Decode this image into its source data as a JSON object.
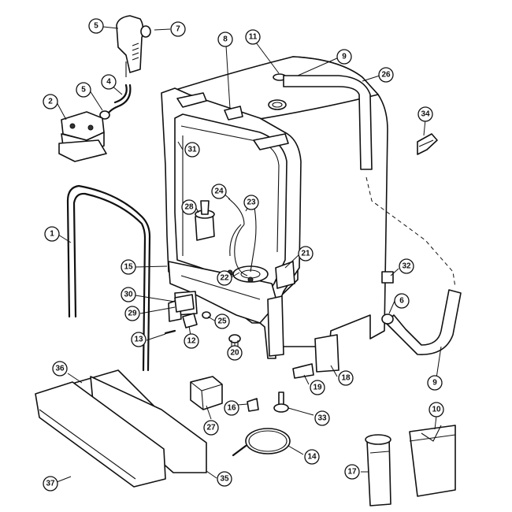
{
  "diagram": {
    "callouts": [
      {
        "id": "callout-5a",
        "label": "5"
      },
      {
        "id": "callout-7",
        "label": "7"
      },
      {
        "id": "callout-8",
        "label": "8"
      },
      {
        "id": "callout-11",
        "label": "11"
      },
      {
        "id": "callout-9a",
        "label": "9"
      },
      {
        "id": "callout-26",
        "label": "26"
      },
      {
        "id": "callout-2",
        "label": "2"
      },
      {
        "id": "callout-5b",
        "label": "5"
      },
      {
        "id": "callout-4",
        "label": "4"
      },
      {
        "id": "callout-34",
        "label": "34"
      },
      {
        "id": "callout-31",
        "label": "31"
      },
      {
        "id": "callout-24",
        "label": "24"
      },
      {
        "id": "callout-23a",
        "label": "23"
      },
      {
        "id": "callout-28",
        "label": "28"
      },
      {
        "id": "callout-1",
        "label": "1"
      },
      {
        "id": "callout-15",
        "label": "15"
      },
      {
        "id": "callout-21",
        "label": "21"
      },
      {
        "id": "callout-32",
        "label": "32"
      },
      {
        "id": "callout-22",
        "label": "22"
      },
      {
        "id": "callout-30",
        "label": "30"
      },
      {
        "id": "callout-29",
        "label": "29"
      },
      {
        "id": "callout-6",
        "label": "6"
      },
      {
        "id": "callout-25",
        "label": "25"
      },
      {
        "id": "callout-13",
        "label": "13"
      },
      {
        "id": "callout-12",
        "label": "12"
      },
      {
        "id": "callout-20",
        "label": "20"
      },
      {
        "id": "callout-9b",
        "label": "9"
      },
      {
        "id": "callout-36",
        "label": "36"
      },
      {
        "id": "callout-18",
        "label": "18"
      },
      {
        "id": "callout-19",
        "label": "19"
      },
      {
        "id": "callout-10",
        "label": "10"
      },
      {
        "id": "callout-16",
        "label": "16"
      },
      {
        "id": "callout-33",
        "label": "33"
      },
      {
        "id": "callout-27",
        "label": "27"
      },
      {
        "id": "callout-14",
        "label": "14"
      },
      {
        "id": "callout-17",
        "label": "17"
      },
      {
        "id": "callout-37",
        "label": "37"
      },
      {
        "id": "callout-35",
        "label": "35"
      }
    ]
  }
}
